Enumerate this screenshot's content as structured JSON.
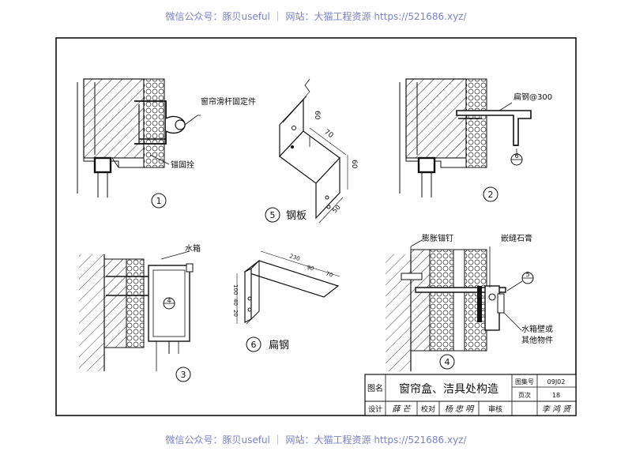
{
  "watermark": "微信公众号：豚贝useful ｜ 网站：大猫工程资源 https://521686.xyz/",
  "details": {
    "d1": {
      "number": "1",
      "labels": {
        "curtain_fixing": "窗帘滑杆固定件",
        "anchor_bolt": "锚固拴"
      }
    },
    "d2": {
      "number": "2",
      "labels": {
        "flat_steel": "扁钢@300",
        "ref": "6"
      }
    },
    "d3": {
      "number": "3",
      "labels": {
        "water_tank": "水箱",
        "ref": "4"
      }
    },
    "d4": {
      "number": "4",
      "labels": {
        "expansion_nail": "膨胀锚钉",
        "gypsum": "嵌缝石膏",
        "ref": "5",
        "tank_wall_1": "水箱壁或",
        "tank_wall_2": "其他物件"
      }
    },
    "d5": {
      "number": "5",
      "title": "钢板",
      "dims": {
        "a": "60",
        "b": "70",
        "c": "60",
        "d": "50"
      }
    },
    "d6": {
      "number": "6",
      "title": "扁钢",
      "dims": {
        "a": "230",
        "b": "90",
        "c": "70",
        "d": "100",
        "e": "40",
        "f": "20"
      }
    }
  },
  "title_block": {
    "name_label": "图名",
    "name": "窗帘盒、洁具处构造",
    "atlas_label": "图集号",
    "atlas_no": "09J02",
    "page_label": "页次",
    "page_no": "18",
    "design_label": "设计",
    "design_sig": "薛 芒",
    "check_label": "校对",
    "check_sig": "杨 忠 明",
    "review_label": "审核",
    "review_sig": "李 鸿 贤"
  }
}
